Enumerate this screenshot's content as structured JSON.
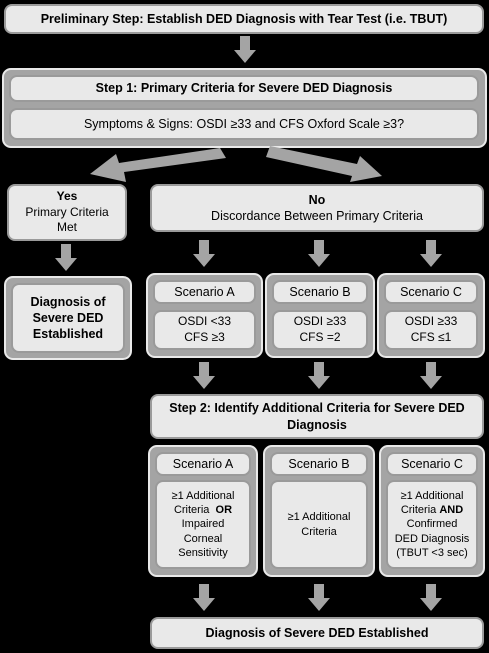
{
  "preliminary": "Preliminary Step: Establish DED Diagnosis with Tear Test (i.e. TBUT)",
  "step1": {
    "title": "Step 1: Primary Criteria for Severe DED Diagnosis",
    "question": "Symptoms & Signs: OSDI ≥33 and CFS Oxford Scale ≥3?"
  },
  "yes": {
    "title": "Yes",
    "line1": "Primary Criteria",
    "line2": "Met"
  },
  "no": {
    "title": "No",
    "subtitle": "Discordance Between Primary Criteria"
  },
  "diagnosis_left": [
    "Diagnosis of",
    "Severe DED",
    "Established"
  ],
  "scenarios_step1": [
    {
      "name": "Scenario A",
      "line1": "OSDI <33",
      "line2": "CFS ≥3"
    },
    {
      "name": "Scenario B",
      "line1": "OSDI ≥33",
      "line2": "CFS =2"
    },
    {
      "name": "Scenario C",
      "line1": "OSDI ≥33",
      "line2": "CFS ≤1"
    }
  ],
  "step2": {
    "line1": "Step 2: Identify Additional Criteria for Severe DED",
    "line2": "Diagnosis"
  },
  "scenarios_step2": {
    "a": {
      "name": "Scenario A",
      "lines": [
        "≥1 Additional",
        "Criteria",
        "OR",
        "Impaired",
        "Corneal",
        "Sensitivity"
      ]
    },
    "b": {
      "name": "Scenario B",
      "lines": [
        "≥1 Additional",
        "Criteria"
      ]
    },
    "c": {
      "name": "Scenario C",
      "lines": [
        "≥1 Additional",
        "Criteria",
        "AND",
        "Confirmed",
        "DED Diagnosis",
        "(TBUT <3 sec)"
      ]
    }
  },
  "final": "Diagnosis of Severe DED Established",
  "colors": {
    "panel": "#a4a4a4",
    "inner": "#e9e9e9",
    "arrow": "#a4a4a4",
    "background": "#000000"
  }
}
